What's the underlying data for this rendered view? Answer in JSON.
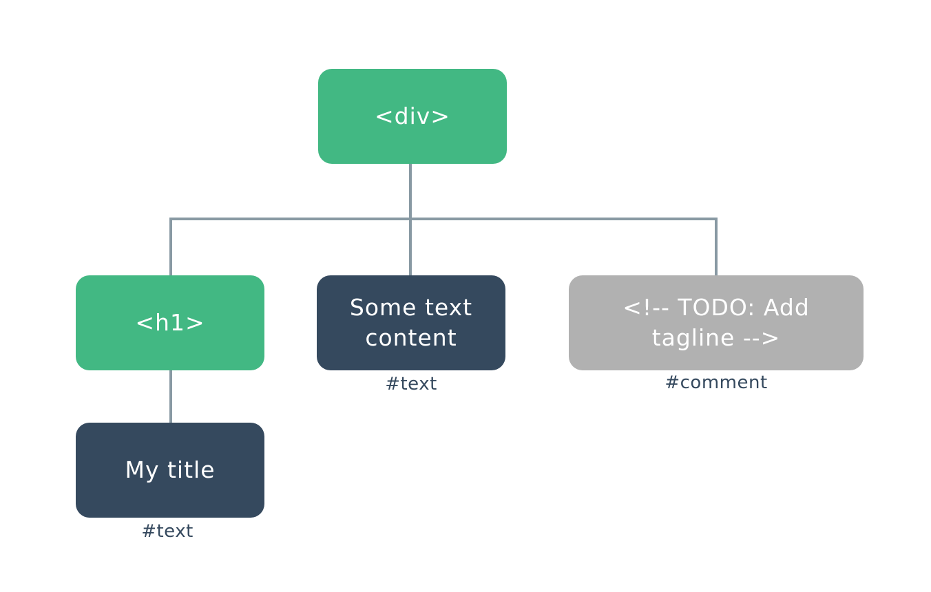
{
  "nodes": {
    "div": {
      "text": "<div>"
    },
    "h1": {
      "text": "<h1>"
    },
    "some_text": {
      "text": "Some text\ncontent",
      "label": "#text"
    },
    "comment": {
      "text": "<!-- TODO: Add\ntagline  -->",
      "label": "#comment"
    },
    "my_title": {
      "text": "My title",
      "label": "#text"
    }
  },
  "colors": {
    "element": "#42b883",
    "text_node": "#35495e",
    "comment_node": "#b1b1b1",
    "connector": "#8899a3",
    "label": "#35495e"
  }
}
